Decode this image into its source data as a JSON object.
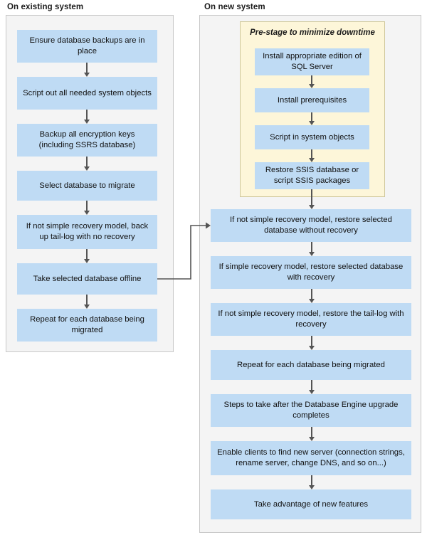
{
  "diagram": {
    "title_existing": "On existing system",
    "title_new": "On new system",
    "colors": {
      "box_fill": "#bfdbf4",
      "panel_fill": "#f4f4f4",
      "panel_border": "#c8c8c8",
      "prestage_fill": "#fdf6d9",
      "prestage_border": "#cfc79a",
      "connector": "#545454",
      "text": "#111111"
    }
  },
  "existing_system": {
    "heading": "On existing system",
    "steps": [
      {
        "id": "ensure-backups",
        "label": "Ensure database backups are in place"
      },
      {
        "id": "script-system-objects",
        "label": "Script out all needed system objects"
      },
      {
        "id": "backup-encryption-keys",
        "label": "Backup all encryption keys (including SSRS database)"
      },
      {
        "id": "select-database",
        "label": "Select database to migrate"
      },
      {
        "id": "backup-tail-log",
        "label": "If not simple recovery model, back up tail-log with no recovery"
      },
      {
        "id": "take-offline",
        "label": "Take selected database offline"
      },
      {
        "id": "repeat-each-database",
        "label": "Repeat for each database being migrated"
      }
    ]
  },
  "new_system": {
    "heading": "On new system",
    "prestage": {
      "title": "Pre-stage to minimize downtime",
      "steps": [
        {
          "id": "install-sql-server",
          "label": "Install appropriate edition of SQL Server"
        },
        {
          "id": "install-prerequisites",
          "label": "Install prerequisites"
        },
        {
          "id": "script-in-system-objects",
          "label": "Script in system objects"
        },
        {
          "id": "restore-ssis",
          "label": "Restore SSIS database or script SSIS packages"
        }
      ]
    },
    "steps": [
      {
        "id": "restore-without-recovery",
        "label": "If not simple recovery model, restore selected database without recovery"
      },
      {
        "id": "restore-with-recovery",
        "label": "If simple recovery model, restore selected database with recovery"
      },
      {
        "id": "restore-tail-log",
        "label": "If not simple recovery model, restore the tail-log with recovery"
      },
      {
        "id": "repeat-each-database",
        "label": "Repeat for each database being migrated"
      },
      {
        "id": "post-upgrade-steps",
        "label": "Steps to take after the Database Engine upgrade completes"
      },
      {
        "id": "enable-clients",
        "label": "Enable clients to find new server (connection strings, rename server, change DNS, and so on...)"
      },
      {
        "id": "take-advantage",
        "label": "Take advantage of new features"
      }
    ]
  },
  "connector": {
    "from": "take-offline",
    "to": "restore-without-recovery",
    "label": ""
  }
}
